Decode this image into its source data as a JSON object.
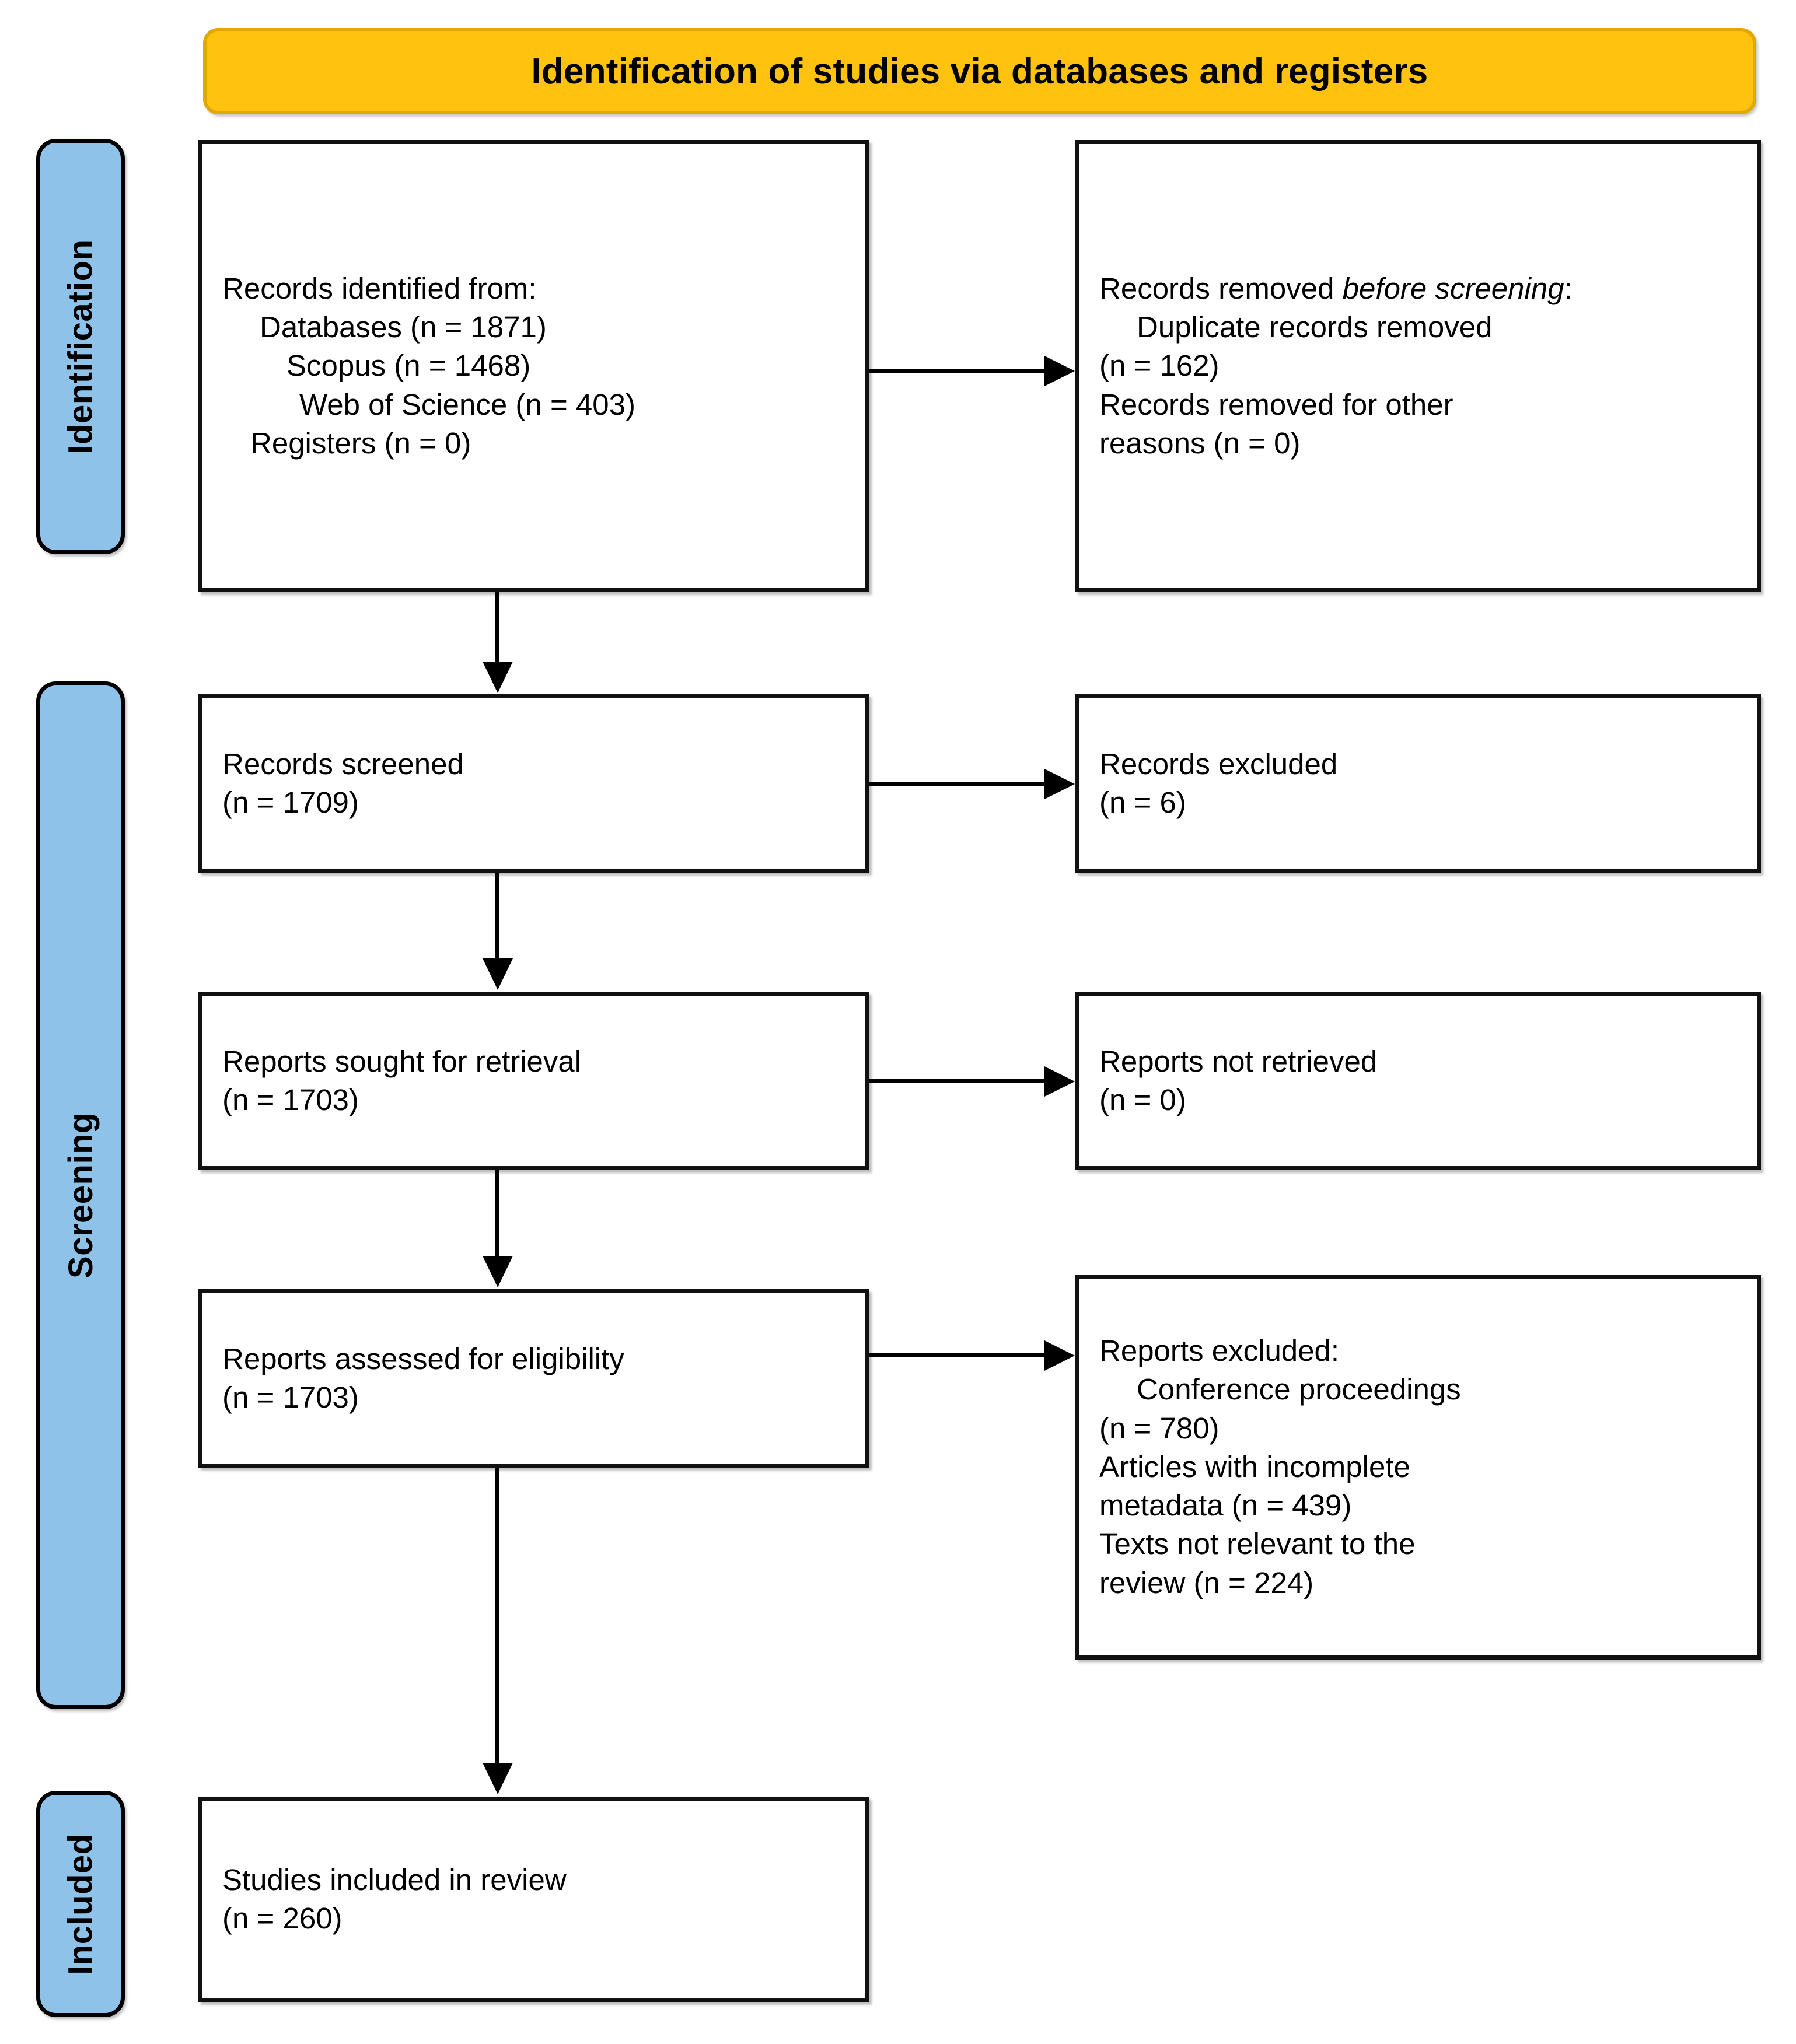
{
  "banner": {
    "title": "Identification of studies via databases and registers",
    "bg_color": "#FFC20E",
    "border_color": "#E0A800"
  },
  "stages": [
    {
      "key": "identification",
      "label": "Identification",
      "color": "#8FC2E8"
    },
    {
      "key": "screening",
      "label": "Screening",
      "color": "#8FC2E8"
    },
    {
      "key": "included",
      "label": "Included",
      "color": "#8FC2E8"
    }
  ],
  "boxes": {
    "identified": {
      "l0": "Records identified from:",
      "l1": "Databases (n = 1871)",
      "l2": "Scopus (n = 1468)",
      "l3": "Web of Science (n = 403)",
      "l4": "Registers (n = 0)"
    },
    "removed_before_screening": {
      "heading_a": "Records removed ",
      "heading_b": "before screening",
      "heading_c": ":",
      "l1": "Duplicate records removed",
      "l2": "(n = 162)",
      "l3": "Records removed for other",
      "l4": "reasons (n = 0)"
    },
    "records_screened": {
      "l0": "Records screened",
      "l1": "(n = 1709)"
    },
    "records_excluded": {
      "l0": "Records excluded",
      "l1": "(n = 6)"
    },
    "reports_sought": {
      "l0": "Reports sought for retrieval",
      "l1": "(n = 1703)"
    },
    "reports_not_retrieved": {
      "l0": "Reports not retrieved",
      "l1": "(n = 0)"
    },
    "reports_assessed": {
      "l0": "Reports assessed for eligibility",
      "l1": "(n = 1703)"
    },
    "reports_excluded": {
      "l0": "Reports excluded:",
      "l1": "Conference proceedings",
      "l2": "(n = 780)",
      "l3": "Articles with incomplete",
      "l4": "metadata (n = 439)",
      "l5": "Texts not relevant to the",
      "l6": "review (n = 224)"
    },
    "studies_included": {
      "l0": "Studies included in review",
      "l1": "(n = 260)"
    }
  }
}
